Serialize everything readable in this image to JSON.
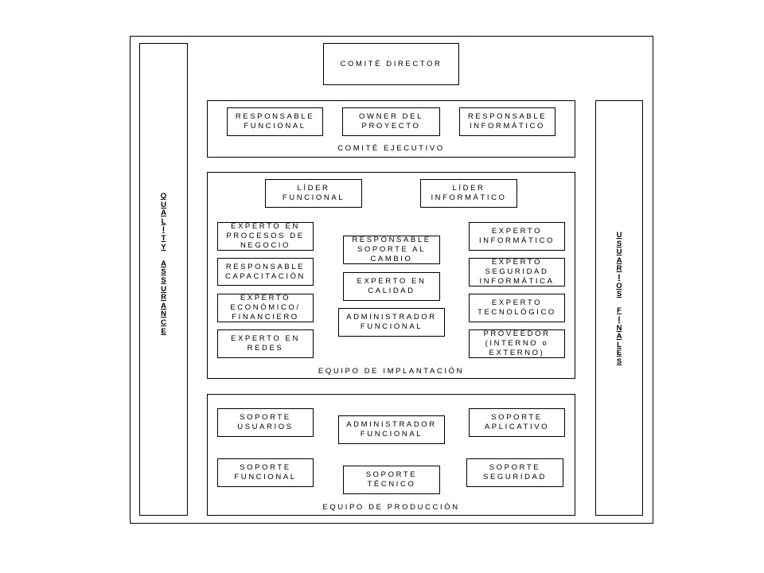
{
  "comite_director": "COMITÉ DIRECTOR",
  "quality_assurance": [
    "Q",
    "U",
    "A",
    "L",
    "I",
    "T",
    "Y",
    " ",
    "A",
    "S",
    "S",
    "U",
    "R",
    "A",
    "N",
    "C",
    "E"
  ],
  "usuarios_finales": [
    "U",
    "S",
    "U",
    "A",
    "R",
    "I",
    "O",
    "S",
    " ",
    "F",
    "I",
    "N",
    "A",
    "L",
    "E",
    "S"
  ],
  "comite_ejecutivo": {
    "caption": "COMITÉ EJECUTIVO",
    "responsable_funcional": "RESPONSABLE\nFUNCIONAL",
    "owner_proyecto": "OWNER DEL\nPROYECTO",
    "responsable_informatico": "RESPONSABLE\nINFORMÁTICO"
  },
  "equipo_implantacion": {
    "caption": "EQUIPO DE IMPLANTACIÓN",
    "lider_funcional": "LÍDER\nFUNCIONAL",
    "lider_informatico": "LÍDER\nINFORMÁTICO",
    "experto_procesos": "EXPERTO EN\nPROCESOS DE\nNEGOCIO",
    "responsable_capacitacion": "RESPONSABLE\nCAPACITACIÓN",
    "experto_economico": "EXPERTO\nECONÓMICO/\nFINANCIERO",
    "experto_redes": "EXPERTO EN\nREDES",
    "responsable_soporte_cambio": "RESPONSABLE\nSOPORTE AL\nCAMBIO",
    "experto_calidad": "EXPERTO EN\nCALIDAD",
    "administrador_funcional": "ADMINISTRADOR\nFUNCIONAL",
    "experto_informatico": "EXPERTO\nINFORMÁTICO",
    "experto_seguridad": "EXPERTO\nSEGURIDAD\nINFORMÁTICA",
    "experto_tecnologico": "EXPERTO\nTECNOLÓGICO",
    "proveedor": "PROVEEDOR\n(INTERNO o\nEXTERNO)"
  },
  "equipo_produccion": {
    "caption": "EQUIPO DE PRODUCCIÓN",
    "soporte_usuarios": "SOPORTE\nUSUARIOS",
    "administrador_funcional": "ADMINISTRADOR\nFUNCIONAL",
    "soporte_aplicativo": "SOPORTE\nAPLICATIVO",
    "soporte_funcional": "SOPORTE\nFUNCIONAL",
    "soporte_tecnico": "SOPORTE\nTÉCNICO",
    "soporte_seguridad": "SOPORTE\nSEGURIDAD"
  }
}
